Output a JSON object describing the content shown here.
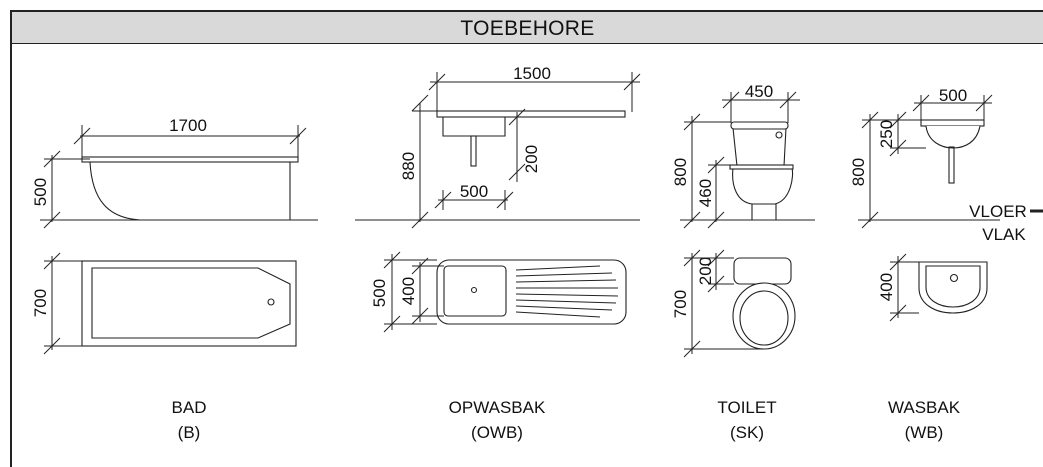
{
  "header": {
    "title": "TOEBEHORE"
  },
  "fixtures": {
    "bad": {
      "name": "BAD",
      "code": "(B)",
      "length": "1700",
      "height": "500",
      "width": "700"
    },
    "opwasbak": {
      "name": "OPWASBAK",
      "code": "(OWB)",
      "length": "1500",
      "height": "880",
      "depth": "200",
      "bowl": "500",
      "width": "500",
      "inner": "400"
    },
    "toilet": {
      "name": "TOILET",
      "code": "(SK)",
      "width": "450",
      "height": "800",
      "seat": "460",
      "tank": "200",
      "depth": "700"
    },
    "wasbak": {
      "name": "WASBAK",
      "code": "(WB)",
      "width": "500",
      "drop": "250",
      "height": "800",
      "depth": "400"
    }
  },
  "floor": {
    "line1": "VLOER",
    "line2": "VLAK"
  },
  "colors": {
    "header_bg": "#d9d9d9",
    "line": "#222222"
  }
}
